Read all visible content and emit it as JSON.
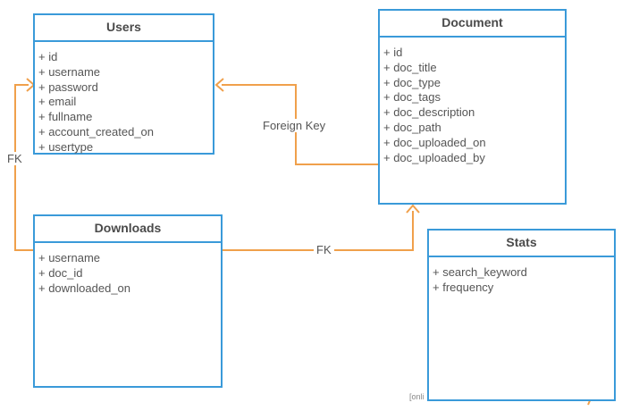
{
  "entities": {
    "users": {
      "title": "Users",
      "fields": [
        "+ id",
        "+ username",
        "+ password",
        "+ email",
        "+ fullname",
        "+ account_created_on",
        "+ usertype"
      ]
    },
    "document": {
      "title": "Document",
      "fields": [
        "+ id",
        "+ doc_title",
        "+ doc_type",
        "+ doc_tags",
        "+ doc_description",
        "+ doc_path",
        "+ doc_uploaded_on",
        "+ doc_uploaded_by"
      ]
    },
    "downloads": {
      "title": "Downloads",
      "fields": [
        "+ username",
        "+ doc_id",
        "+ downloaded_on"
      ]
    },
    "stats": {
      "title": "Stats",
      "fields": [
        "+ search_keyword",
        "+ frequency"
      ]
    }
  },
  "relationships": [
    {
      "from": "Document",
      "to": "Users",
      "label": "Foreign Key"
    },
    {
      "from": "Downloads",
      "to": "Users",
      "label": "FK"
    },
    {
      "from": "Downloads",
      "to": "Document",
      "label": "FK"
    }
  ],
  "watermark": "[onli",
  "colors": {
    "entity_border": "#3a9ad9",
    "connector": "#f0a04b",
    "text": "#555555"
  }
}
